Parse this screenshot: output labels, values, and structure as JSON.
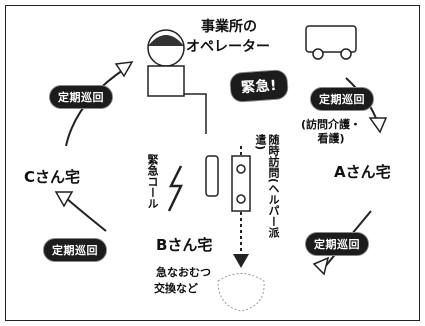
{
  "operator": {
    "line1": "事業所の",
    "line2": "オペレーター"
  },
  "badges": {
    "emergency": "緊急!",
    "patrol_top_left": "定期巡回",
    "patrol_top_right": "定期巡回",
    "patrol_bottom_left": "定期巡回",
    "patrol_bottom_right": "定期巡回"
  },
  "homes": {
    "a": "Aさん宅",
    "b": "Bさん宅",
    "c": "Cさん宅"
  },
  "notes": {
    "care_visit": "(訪問介護・看護)",
    "emergency_call": "緊急コール",
    "visit_on_call": "随時訪問(ヘルパー派遣)",
    "diaper_line1": "急なおむつ",
    "diaper_line2": "交換など"
  }
}
